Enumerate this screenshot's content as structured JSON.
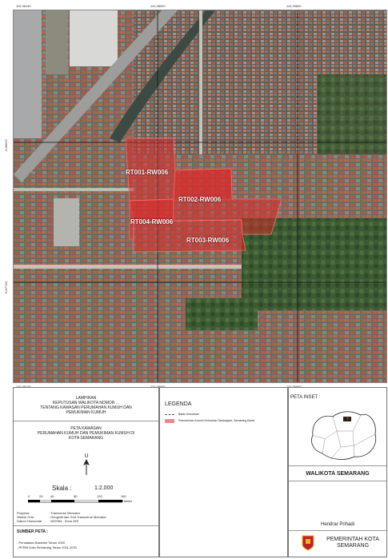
{
  "map": {
    "coords_top": [
      "110,38140",
      "110,38920",
      "110,39800"
    ],
    "coords_bottom": [
      "110,38140",
      "110,38920",
      "110,39800"
    ],
    "coords_left": [
      "-6,98022",
      "-6,97740"
    ],
    "labels": [
      "RT001-RW006",
      "RT002-RW006",
      "RT004-RW006",
      "RT003-RW006"
    ]
  },
  "title_block": {
    "lampiran": "LAMPIRAN",
    "line1": "KEPUTUSAN WALIKOTA NOMOR ...",
    "line2": "TENTANG KAWASAN PERUMAHAN KUMUH DAN",
    "line3": "PEMUKIMAN KUMUH",
    "peta1": "PETA KAWASAN",
    "peta2": "PERUMAHAN KUMUH DAN PEMUKIMAN KUMUH DI",
    "peta3": "KOTA SEMARANG",
    "north": "U",
    "skala_label": "Skala :",
    "skala_value": "1:2.000",
    "scale_ticks": [
      "0",
      "20",
      "40",
      "80",
      "120",
      "160"
    ],
    "scale_unit": "Meter",
    "proj_keys": [
      "Proyeksi",
      "Sistem Grid",
      "Datum Horizontal"
    ],
    "proj_vals": [
      ": Transverse Mercator",
      ": Geografi dan Grid Transverse Mercator",
      ": WGS84 - Zona 49S"
    ],
    "sumber": "SUMBER PETA :",
    "sumber_items": [
      "- Pendataan Baseline Tahun 2020",
      "- RTRW Kota Semarang Tahun 2011-2031"
    ]
  },
  "legend": {
    "title": "LEGENDA",
    "items": [
      {
        "label": "Batas Kelurahan",
        "color": "#555555"
      },
      {
        "label": "Permukiman Kumuh Kelurahan Tawangsari, Semarang Barat",
        "color": "#e88a8a"
      }
    ]
  },
  "inset": {
    "title": "PETA INSET :"
  },
  "walikota": "WALIKOTA SEMARANG",
  "signer": "Hendrar Prihadi",
  "footer": {
    "line1": "PEMERINTAH KOTA",
    "line2": "SEMARANG"
  },
  "colors": {
    "highlight": "#e02828",
    "legend_fill": "#e88a8a",
    "emblem_red": "#c0202a",
    "emblem_gold": "#e8b820"
  }
}
